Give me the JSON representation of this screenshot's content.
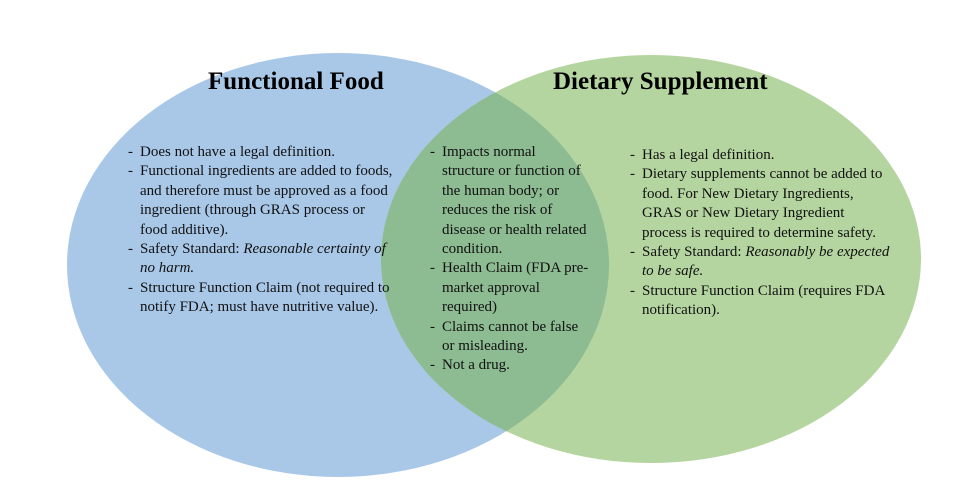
{
  "diagram": {
    "colors": {
      "left_circle": "#a9c8e8",
      "right_circle": "#b5d5a0",
      "overlap": "#8dbb92"
    },
    "left": {
      "title": "Functional Food",
      "items": [
        {
          "text": "Does not have a legal definition.",
          "label": "",
          "italic": ""
        },
        {
          "text": "Functional ingredients are added to foods, and therefore must be approved as a food ingredient (through GRAS process or food additive).",
          "label": "",
          "italic": ""
        },
        {
          "text": "",
          "label": "Safety Standard: ",
          "italic": "Reasonable certainty of no harm."
        },
        {
          "text": "Structure Function Claim (not required to notify FDA; must have nutritive value).",
          "label": "",
          "italic": ""
        }
      ]
    },
    "overlap": {
      "items": [
        {
          "text": "Impacts normal structure or function of the human body; or reduces the risk of disease or health related condition.",
          "label": "",
          "italic": ""
        },
        {
          "text": "Health Claim (FDA pre-market approval required)",
          "label": "",
          "italic": ""
        },
        {
          "text": "Claims cannot be false or misleading.",
          "label": "",
          "italic": ""
        },
        {
          "text": "Not a drug.",
          "label": "",
          "italic": ""
        }
      ]
    },
    "right": {
      "title": "Dietary Supplement",
      "items": [
        {
          "text": "Has a legal definition.",
          "label": "",
          "italic": ""
        },
        {
          "text": "Dietary supplements cannot be added to food. For New Dietary Ingredients, GRAS or New Dietary Ingredient process is required to determine safety.",
          "label": "",
          "italic": ""
        },
        {
          "text": "",
          "label": "Safety Standard: ",
          "italic": "Reasonably be expected to be safe."
        },
        {
          "text": "Structure Function Claim (requires FDA notification).",
          "label": "",
          "italic": ""
        }
      ]
    }
  }
}
